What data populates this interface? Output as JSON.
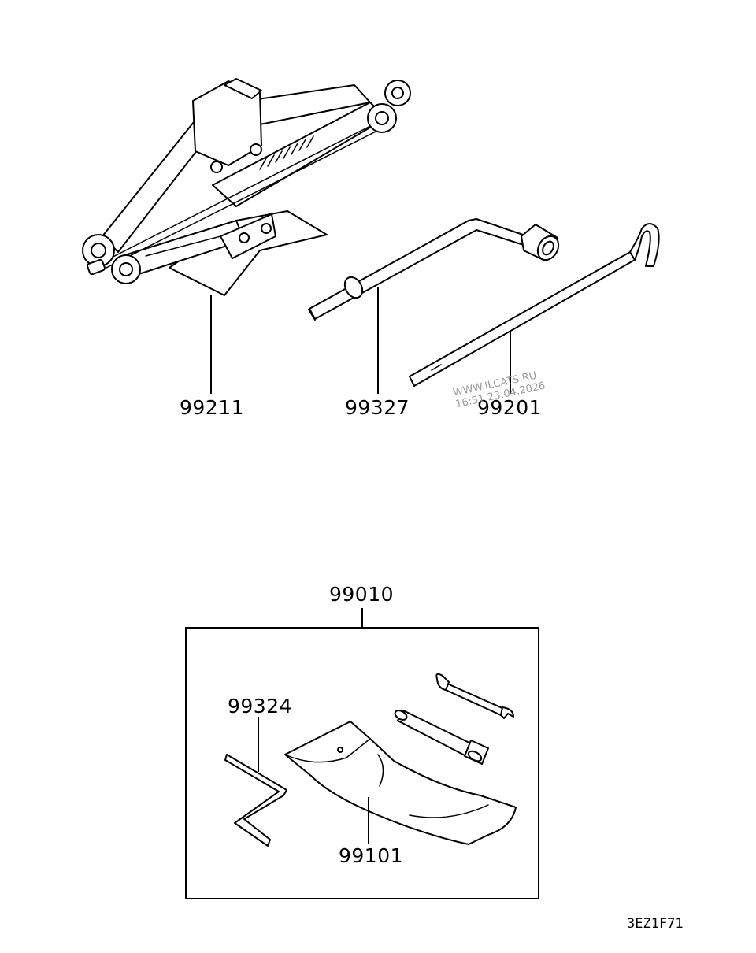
{
  "parts": {
    "jack": "99211",
    "handle": "99327",
    "bar": "99201",
    "kit": "99010",
    "hook": "99324",
    "bag": "99101"
  },
  "watermark": {
    "line1": "WWW.ILCATS.RU",
    "line2": "16:51 23.04.2026"
  },
  "diagram_code": "3EZ1F71"
}
